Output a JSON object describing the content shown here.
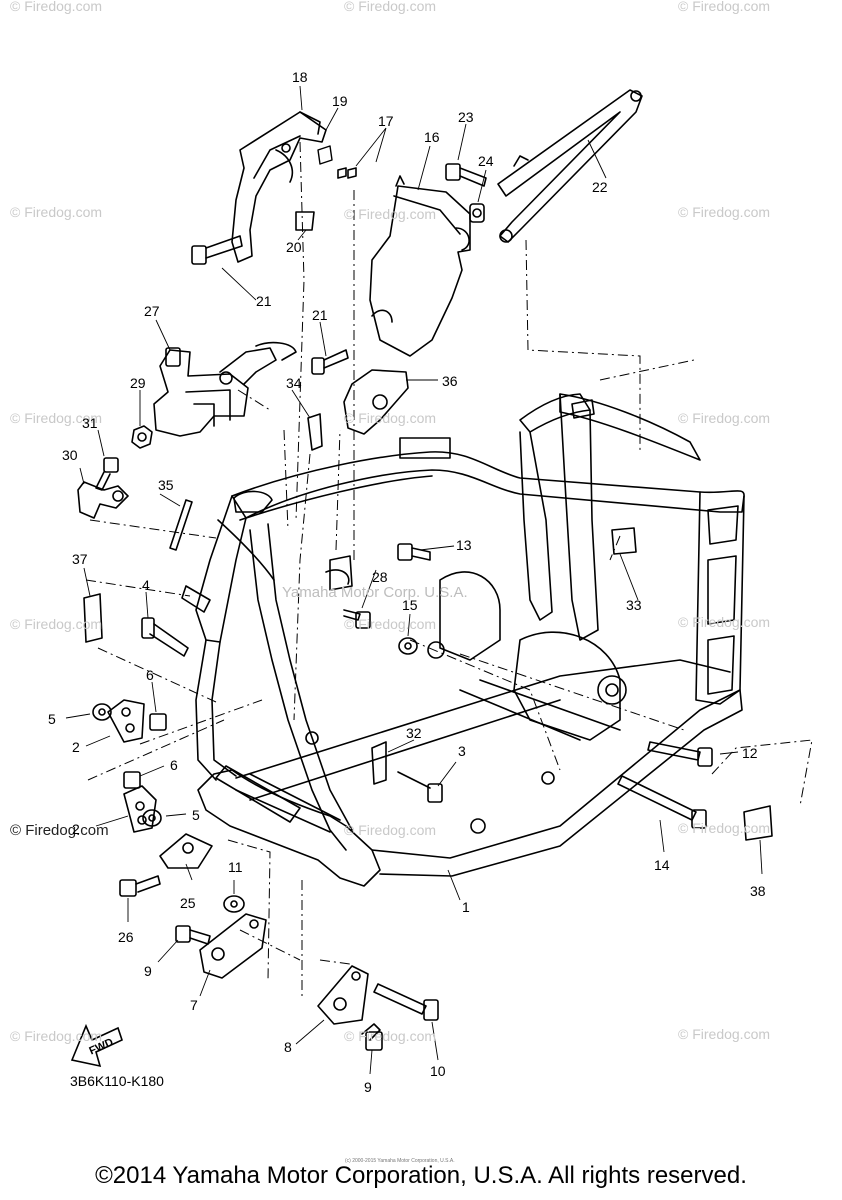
{
  "watermarks": [
    "© Firedog.com",
    "© Firedog.com",
    "© Firedog.com",
    "© Firedog.com",
    "© Firedog.com",
    "© Firedog.com",
    "© Firedog.com",
    "© Firedog.com",
    "© Firedog.com",
    "© Firedog.com",
    "© Firedog.com",
    "© Firedog.com",
    "© Firedog.com",
    "© Firedog.com",
    "© Firedog.com",
    "© Firedog.com",
    "© Firedog.com",
    "© Firedog.com"
  ],
  "callouts": [
    "1",
    "2",
    "2",
    "3",
    "4",
    "5",
    "5",
    "6",
    "6",
    "7",
    "8",
    "9",
    "9",
    "10",
    "11",
    "12",
    "13",
    "14",
    "15",
    "16",
    "17",
    "18",
    "19",
    "20",
    "21",
    "21",
    "22",
    "23",
    "24",
    "25",
    "26",
    "27",
    "28",
    "29",
    "30",
    "31",
    "32",
    "33",
    "34",
    "35",
    "36",
    "37",
    "38"
  ],
  "faint_text": "Yamaha Motor Corp. U.S.A.",
  "fwd_label": "FWD",
  "diagram_code": "3B6K110-K180",
  "fine_print": "(c) 2000-2015 Yamaha Motor Corporation, U.S.A.",
  "copyright": "©2014 Yamaha Motor Corporation, U.S.A. All rights reserved."
}
